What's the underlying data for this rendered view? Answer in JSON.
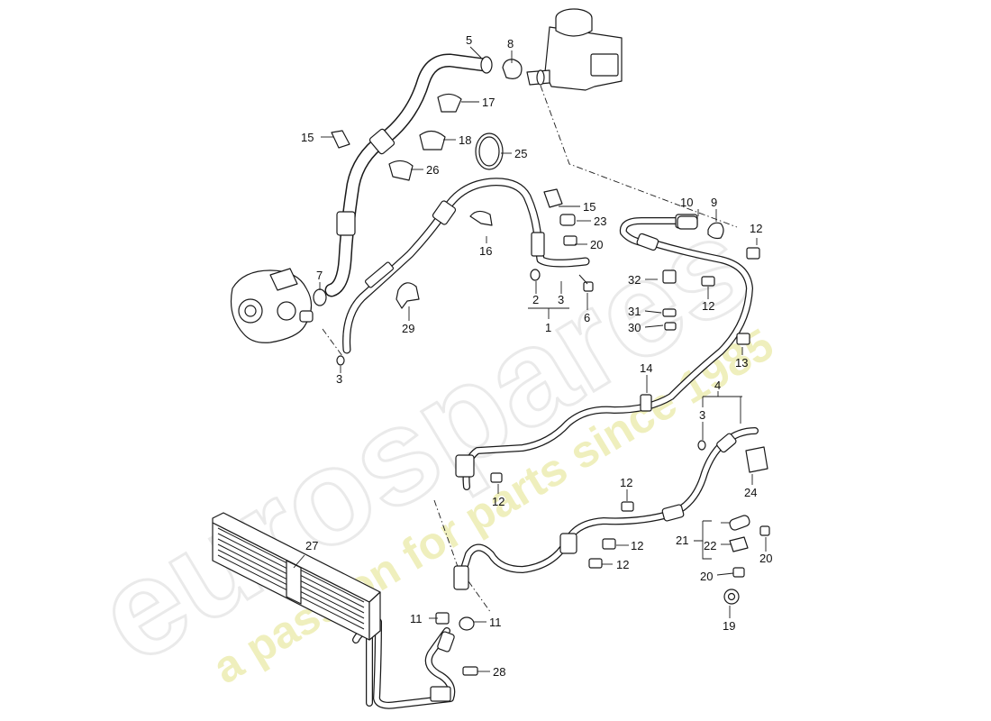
{
  "watermark": {
    "brand": "eurospares",
    "tagline": "a passion for parts since 1985"
  },
  "callouts": {
    "c1": "1",
    "c2": "2",
    "c3a": "3",
    "c3b": "3",
    "c3c": "3",
    "c4": "4",
    "c5": "5",
    "c6": "6",
    "c7": "7",
    "c8": "8",
    "c9": "9",
    "c10": "10",
    "c11a": "11",
    "c11b": "11",
    "c12a": "12",
    "c12b": "12",
    "c12c": "12",
    "c12d": "12",
    "c12e": "12",
    "c12f": "12",
    "c13": "13",
    "c14": "14",
    "c15a": "15",
    "c15b": "15",
    "c16": "16",
    "c17": "17",
    "c18": "18",
    "c19": "19",
    "c20a": "20",
    "c20b": "20",
    "c20c": "20",
    "c21": "21",
    "c22": "22",
    "c23": "23",
    "c24": "24",
    "c25": "25",
    "c26": "26",
    "c27": "27",
    "c28": "28",
    "c29": "29",
    "c30": "30",
    "c31": "31",
    "c32": "32"
  }
}
